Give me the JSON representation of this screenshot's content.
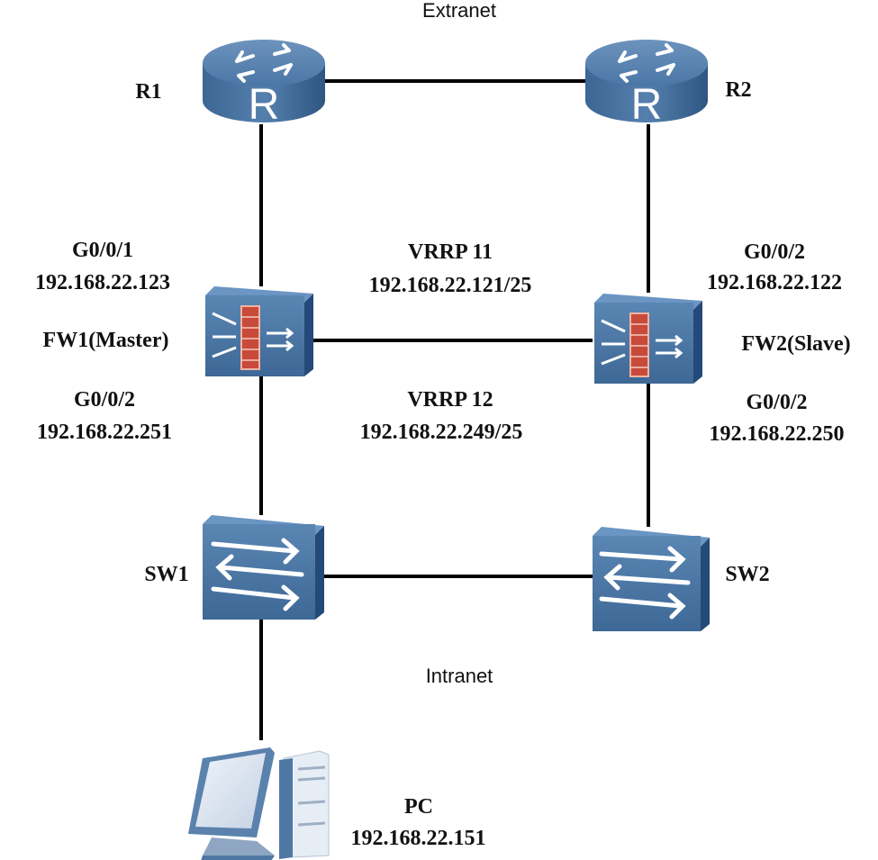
{
  "zones": {
    "extranet": "Extranet",
    "intranet": "Intranet"
  },
  "devices": {
    "r1": {
      "name": "R1",
      "type": "router",
      "icon_letter": "R"
    },
    "r2": {
      "name": "R2",
      "type": "router",
      "icon_letter": "R"
    },
    "fw1": {
      "name": "FW1(Master)",
      "type": "firewall",
      "up_iface": "G0/0/1",
      "up_ip": "192.168.22.123",
      "down_iface": "G0/0/2",
      "down_ip": "192.168.22.251"
    },
    "fw2": {
      "name": "FW2(Slave)",
      "type": "firewall",
      "up_iface": "G0/0/2",
      "up_ip": "192.168.22.122",
      "down_iface": "G0/0/2",
      "down_ip": "192.168.22.250"
    },
    "sw1": {
      "name": "SW1",
      "type": "switch"
    },
    "sw2": {
      "name": "SW2",
      "type": "switch"
    },
    "pc": {
      "name": "PC",
      "type": "pc",
      "ip": "192.168.22.151"
    }
  },
  "vrrp": [
    {
      "name": "VRRP 11",
      "vip": "192.168.22.121/25"
    },
    {
      "name": "VRRP 12",
      "vip": "192.168.22.249/25"
    }
  ],
  "links": [
    [
      "R1",
      "R2"
    ],
    [
      "R1",
      "FW1"
    ],
    [
      "R2",
      "FW2"
    ],
    [
      "FW1",
      "FW2"
    ],
    [
      "FW1",
      "SW1"
    ],
    [
      "FW2",
      "SW2"
    ],
    [
      "SW1",
      "SW2"
    ],
    [
      "SW1",
      "PC"
    ]
  ],
  "colors": {
    "device_blue": "#3f6a98",
    "firewall_red": "#c0392b",
    "line": "#000000"
  }
}
